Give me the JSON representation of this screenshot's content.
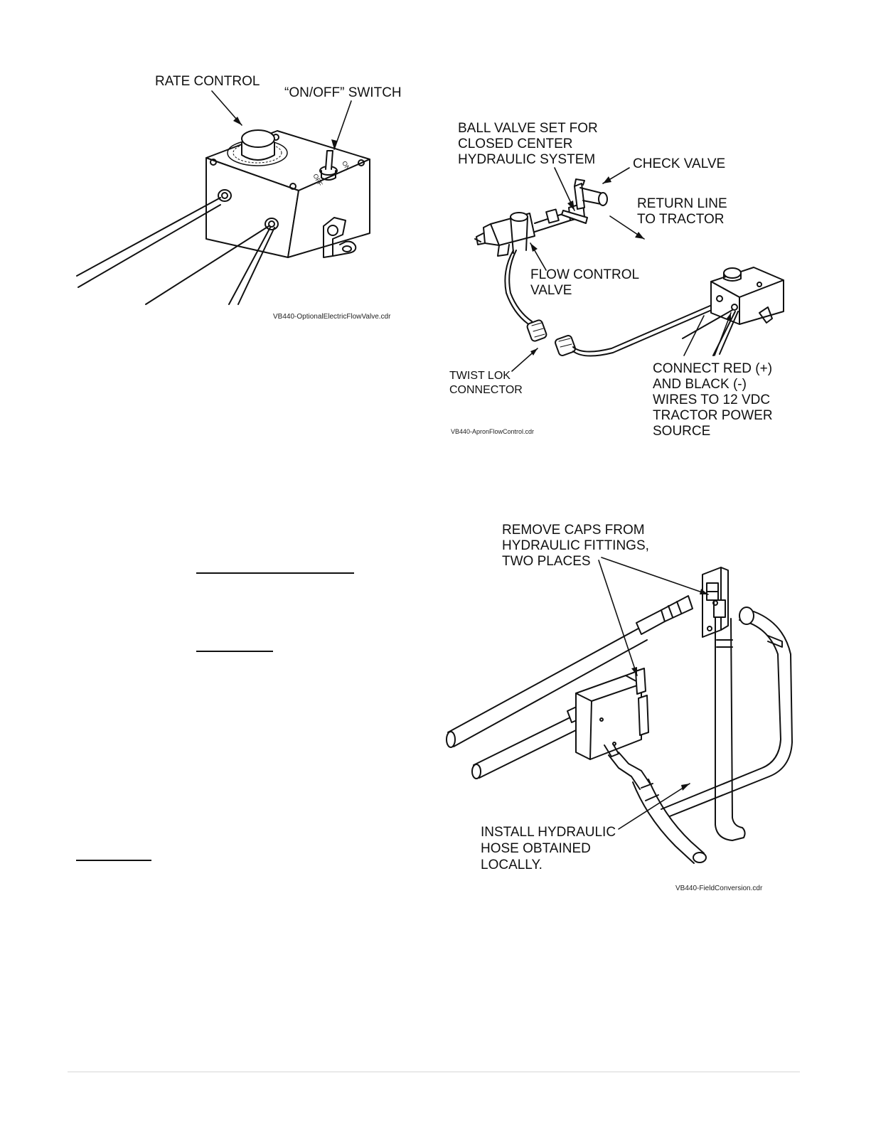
{
  "figure1": {
    "rate_control": "RATE CONTROL",
    "on_off_switch": "“ON/OFF” SWITCH",
    "dial_on": "ON",
    "dial_off": "OFF",
    "filename": "VB440-OptionalElectricFlowValve.cdr"
  },
  "figure2": {
    "ball_valve": [
      "BALL VALVE SET FOR",
      "CLOSED CENTER",
      "HYDRAULIC SYSTEM"
    ],
    "check_valve": "CHECK VALVE",
    "return_line": [
      "RETURN LINE",
      "TO TRACTOR"
    ],
    "flow_control": [
      "FLOW CONTROL",
      "VALVE"
    ],
    "twist_lok": [
      "TWIST LOK",
      "CONNECTOR"
    ],
    "connect_wires": [
      "CONNECT RED (+)",
      "AND BLACK (-)",
      "WIRES TO 12 VDC",
      "TRACTOR POWER",
      "SOURCE"
    ],
    "filename": "VB440-ApronFlowControl.cdr"
  },
  "figure3": {
    "remove_caps": [
      "REMOVE CAPS FROM",
      "HYDRAULIC FITTINGS,",
      "TWO PLACES"
    ],
    "install_hose": [
      "INSTALL HYDRAULIC",
      "HOSE OBTAINED",
      "LOCALLY."
    ],
    "filename": "VB440-FieldConversion.cdr"
  }
}
